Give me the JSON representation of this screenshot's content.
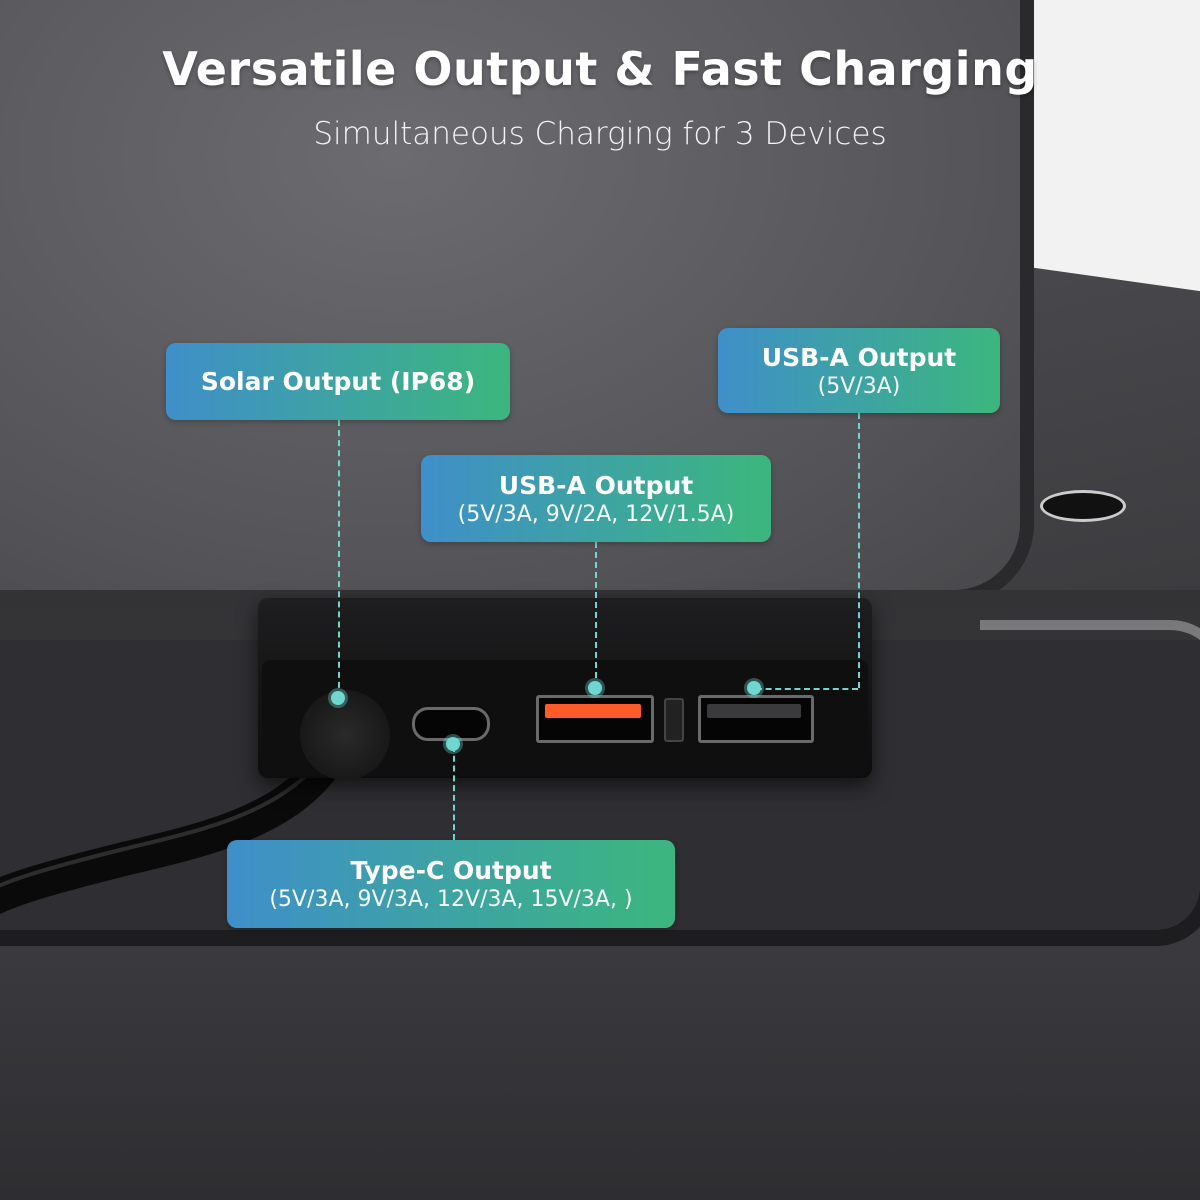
{
  "header": {
    "title": "Versatile Output & Fast Charging",
    "subtitle": "Simultaneous Charging for 3 Devices"
  },
  "callouts": {
    "solar": {
      "heading": "Solar Output (IP68)"
    },
    "usba_right": {
      "heading": "USB-A Output",
      "spec": "(5V/3A)"
    },
    "usba_mid": {
      "heading": "USB-A Output",
      "spec": "(5V/3A, 9V/2A, 12V/1.5A)"
    },
    "typec": {
      "heading": "Type-C Output",
      "spec": "(5V/3A, 9V/3A, 12V/3A, 15V/3A, )"
    }
  },
  "colors": {
    "callout_start": "#3f8fc9",
    "callout_end": "#3cb581",
    "leader": "#6fd6d0",
    "fast_port": "#ff5a2a"
  }
}
